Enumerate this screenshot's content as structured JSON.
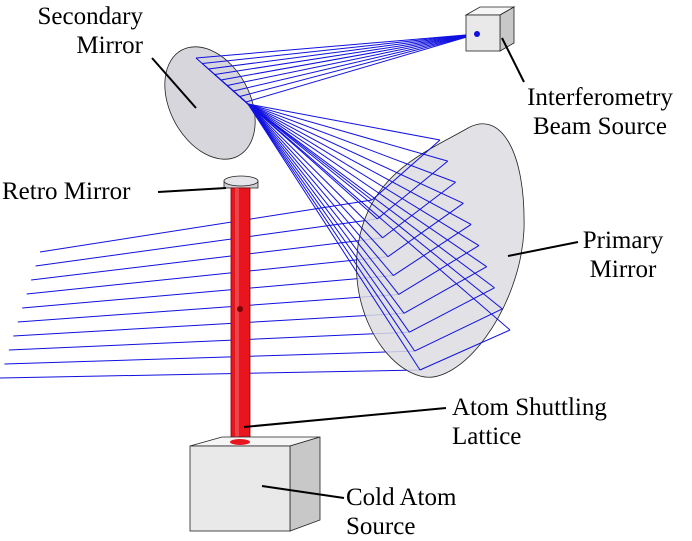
{
  "labels": {
    "secondary_mirror": [
      "Secondary",
      "Mirror"
    ],
    "interferometry_source": [
      "Interferometry",
      "Beam Source"
    ],
    "retro_mirror": "Retro Mirror",
    "primary_mirror": [
      "Primary",
      "Mirror"
    ],
    "lattice": [
      "Atom Shuttling",
      "Lattice"
    ],
    "cold_atom_source": [
      "Cold Atom",
      "Source"
    ]
  },
  "colors": {
    "beam": "#1010e0",
    "lattice": "#e8141e",
    "mirror_fill": "#dcdce2",
    "cube_front": "#e9e9e9",
    "cube_top": "#f6f6f6",
    "cube_side": "#c8c8c8"
  }
}
